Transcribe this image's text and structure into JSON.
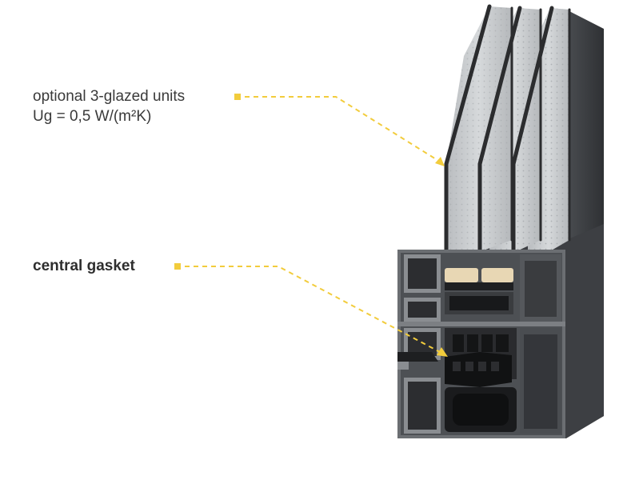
{
  "callouts": {
    "glazing": {
      "line1": "optional 3-glazed units",
      "line2": "Ug = 0,5 W/(m²K)"
    },
    "gasket": {
      "label": "central gasket"
    }
  },
  "colors": {
    "accent_marker": "#f2cc3c",
    "frame_dark": "#3b3d40",
    "frame_mid": "#55585c",
    "frame_light": "#6e7175",
    "glass": "#c9ccce",
    "insulation": "#e8d7b4",
    "gasket": "#1c1c1c",
    "text": "#3a3a3a"
  }
}
